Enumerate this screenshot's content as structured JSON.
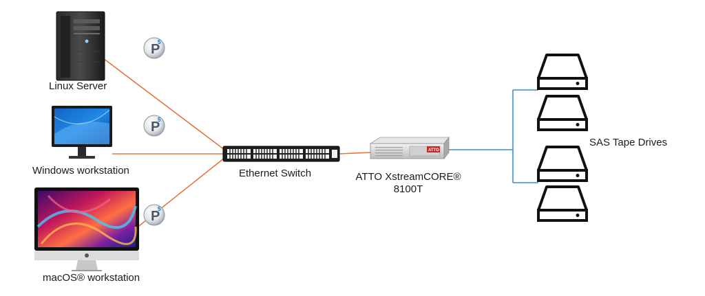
{
  "colors": {
    "ethernet_link": "#e8733a",
    "sas_link": "#3a8fd0",
    "background": "#ffffff",
    "device_outline": "#111111",
    "badge_fill": "#5a6678"
  },
  "nodes": {
    "linux_server": {
      "label": "Linux Server",
      "icon": "tower-server-icon",
      "badge": "P5"
    },
    "windows_workstation": {
      "label": "Windows workstation",
      "icon": "monitor-icon",
      "badge": "P5"
    },
    "macos_workstation": {
      "label": "macOS® workstation",
      "icon": "imac-icon",
      "badge": "P5"
    },
    "ethernet_switch": {
      "label": "Ethernet Switch",
      "icon": "network-switch-icon"
    },
    "atto_bridge": {
      "label_line1": "ATTO XstreamCORE®",
      "label_line2": "8100T",
      "icon": "rack-appliance-icon",
      "brand": "ATTO"
    },
    "tape_drives": {
      "label": "SAS Tape Drives",
      "icon": "tape-drive-icon",
      "count": 4
    }
  }
}
